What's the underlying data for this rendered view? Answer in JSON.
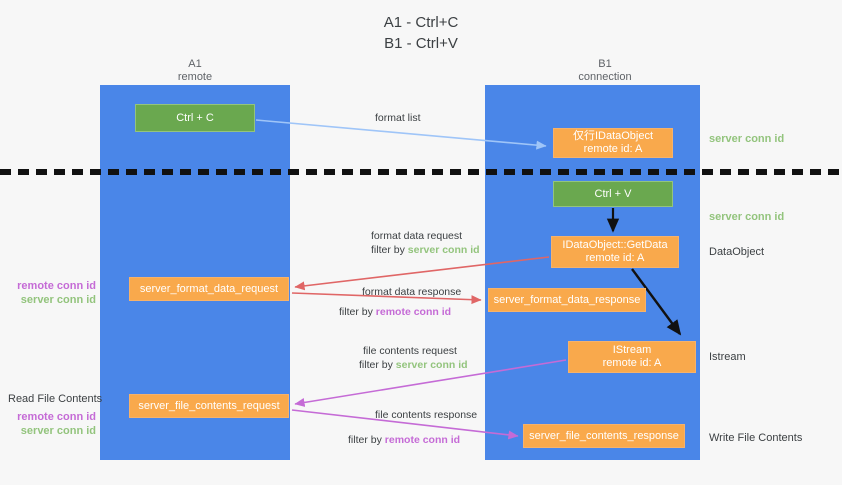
{
  "title": {
    "line1": "A1 - Ctrl+C",
    "line2": "B1 - Ctrl+V"
  },
  "lanes": [
    {
      "id": "a1",
      "name": "A1",
      "role": "remote"
    },
    {
      "id": "b1",
      "name": "B1",
      "role": "connection"
    }
  ],
  "boxes": {
    "ctrl_c": {
      "label": "Ctrl + C",
      "color": "#6aa84f"
    },
    "idataobject": {
      "line1": "仅行IDataObject",
      "line2": "remote id: A",
      "color": "#f9a94c"
    },
    "ctrl_v": {
      "label": "Ctrl + V",
      "color": "#6aa84f"
    },
    "getdata": {
      "line1": "IDataObject::GetData",
      "line2": "remote id: A",
      "color": "#f9a94c"
    },
    "istream": {
      "line1": "IStream",
      "line2": "remote id: A",
      "color": "#f9a94c"
    },
    "server_format_data_request": {
      "label": "server_format_data_request",
      "color": "#f9a94c"
    },
    "server_format_data_response": {
      "label": "server_format_data_response",
      "color": "#f9a94c"
    },
    "server_file_contents_request": {
      "label": "server_file_contents_request",
      "color": "#f9a94c"
    },
    "server_file_contents_response": {
      "label": "server_file_contents_response",
      "color": "#f9a94c"
    }
  },
  "right_labels": {
    "server_conn_id_1": "server conn id",
    "server_conn_id_2": "server conn id",
    "dataobject": "DataObject",
    "istream": "Istream",
    "write_file_contents": "Write File Contents"
  },
  "left_labels": {
    "remote_conn_id_1": "remote conn id",
    "server_conn_id_1": "server conn id",
    "read_file_contents": "Read File Contents",
    "remote_conn_id_2": "remote conn id",
    "server_conn_id_2": "server conn id"
  },
  "annotations": {
    "format_list": "format list",
    "format_data_request": "format data request",
    "format_data_request_filter_prefix": "filter by ",
    "format_data_request_filter_value": "server conn id",
    "format_data_response": "format data response",
    "format_data_response_filter_prefix": "filter by ",
    "format_data_response_filter_value": "remote conn id",
    "file_contents_request": "file contents request",
    "file_contents_request_filter_prefix": "filter by ",
    "file_contents_request_filter_value": "server conn id",
    "file_contents_response": "file contents response",
    "file_contents_response_filter_prefix": "filter by ",
    "file_contents_response_filter_value": "remote conn id"
  },
  "colors": {
    "lane": "#4a86e8",
    "green_box": "#6aa84f",
    "orange_box": "#f9a94c",
    "green_text": "#93c47d",
    "purple_text": "#c56bd6",
    "arrow_blue": "#9fc5f8",
    "arrow_red": "#e06666",
    "arrow_magenta": "#c56bd6",
    "arrow_dark": "#000000",
    "background": "#f7f7f7"
  }
}
